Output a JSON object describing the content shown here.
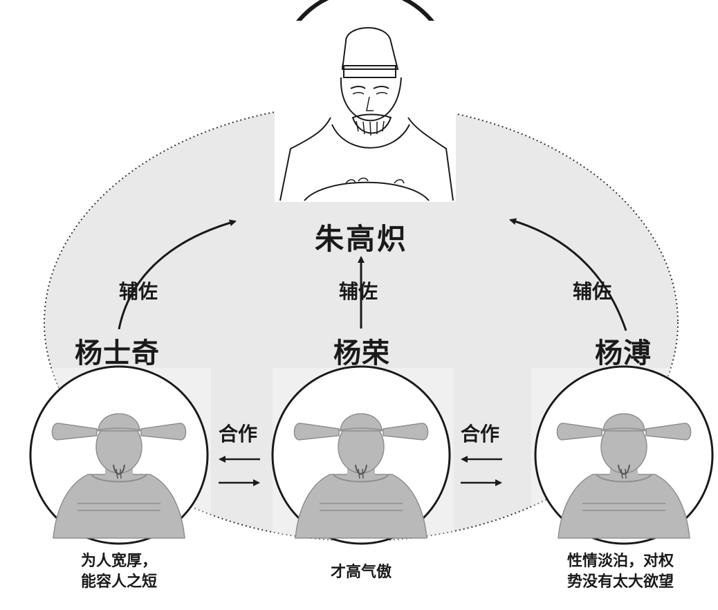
{
  "emperor": {
    "name": "朱高炽"
  },
  "ministers": [
    {
      "name": "杨士奇",
      "desc_lines": [
        "为人宽厚，",
        "能容人之短"
      ]
    },
    {
      "name": "杨荣",
      "desc_lines": [
        "才高气傲"
      ]
    },
    {
      "name": "杨溥",
      "desc_lines": [
        "性情淡泊，对权",
        "势没有太大欲望"
      ]
    }
  ],
  "relations": {
    "assist_label": "辅佐",
    "cooperate_label": "合作"
  },
  "colors": {
    "ellipse_fill": "#e9e9e9",
    "portrait_fill": "#b9b9b9",
    "ink": "#1a1a1a"
  }
}
